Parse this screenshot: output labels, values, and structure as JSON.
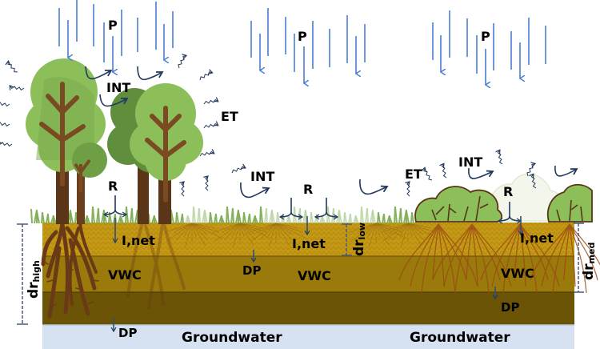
{
  "diagram": {
    "description": "Soil water balance across three land covers: forest, grassland, and shrubland",
    "colors": {
      "rain": "#4a7fd4",
      "flux_arrow": "#23395d",
      "tree_canopy_light": "#8cbf5a",
      "tree_canopy_dark": "#5f8f3c",
      "trunk": "#7a4a22",
      "grass": "#7fae55",
      "topsoil": "#c49a14",
      "middle_soil": "#9b7a0c",
      "deep_soil": "#6b5406",
      "groundwater": "#d6e2f2",
      "roots": "#7a3e12"
    },
    "zones": [
      {
        "name": "forest",
        "labels": {
          "precipitation": "P",
          "interception": "INT",
          "evapotranspiration": "ET",
          "runoff": "R",
          "net_infiltration": "I,net",
          "water_content": "VWC",
          "deep_percolation": "DP",
          "groundwater": "Groundwater"
        },
        "root_depth": {
          "main": "dr",
          "sub": "high"
        }
      },
      {
        "name": "grassland",
        "labels": {
          "precipitation": "P",
          "interception": "INT",
          "runoff": "R",
          "net_infiltration": "I,net",
          "water_content": "VWC",
          "deep_percolation": "DP"
        },
        "root_depth": {
          "main": "dr",
          "sub": "low"
        }
      },
      {
        "name": "shrubland",
        "labels": {
          "precipitation": "P",
          "interception": "INT",
          "evapotranspiration": "ET",
          "runoff": "R",
          "net_infiltration": "I,net",
          "water_content": "VWC",
          "deep_percolation": "DP",
          "groundwater": "Groundwater"
        },
        "root_depth": {
          "main": "dr",
          "sub": "med"
        }
      }
    ]
  }
}
